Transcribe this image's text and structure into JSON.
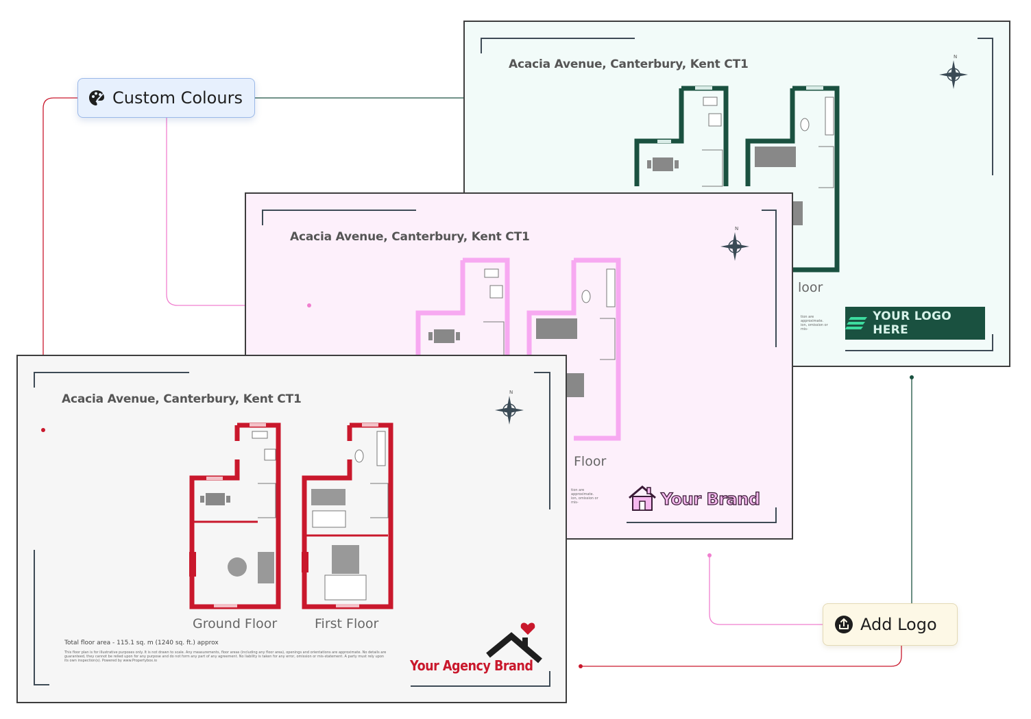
{
  "callouts": {
    "custom_colours": {
      "label": "Custom Colours",
      "icon": "palette-icon"
    },
    "add_logo": {
      "label": "Add Logo",
      "icon": "upload-icon"
    }
  },
  "cards": {
    "green": {
      "address": "Acacia Avenue, Canterbury, Kent CT1",
      "floor_label_fragment": "loor",
      "logo_text": "YOUR LOGO HERE",
      "accent": "#1a5140",
      "background": "#f2fbf9"
    },
    "pink": {
      "address": "Acacia Avenue, Canterbury, Kent CT1",
      "floor_label_fragment": "Floor",
      "brand_text": "Your Brand",
      "accent": "#f7a9f1",
      "background": "#fdf0fb"
    },
    "grey": {
      "address": "Acacia Avenue, Canterbury, Kent CT1",
      "ground_floor": "Ground Floor",
      "first_floor": "First Floor",
      "total_area": "Total floor area - 115.1 sq. m (1240 sq. ft.) approx",
      "disclaimer": "This floor plan is for illustrative purposes only. It is not drawn to scale. Any measurements, floor areas (including any floor area), openings and orientations are approximate. No details are guaranteed, they cannot be relied upon for any purpose and do not form any part of any agreement. No liability is taken for any error, omission or mis-statement. A party must rely upon its own inspection(s). Powered by www.Propertybox.io",
      "brand_text": "Your Agency Brand",
      "accent": "#c9182c",
      "background": "#f6f6f6"
    }
  },
  "compass_label": "N"
}
